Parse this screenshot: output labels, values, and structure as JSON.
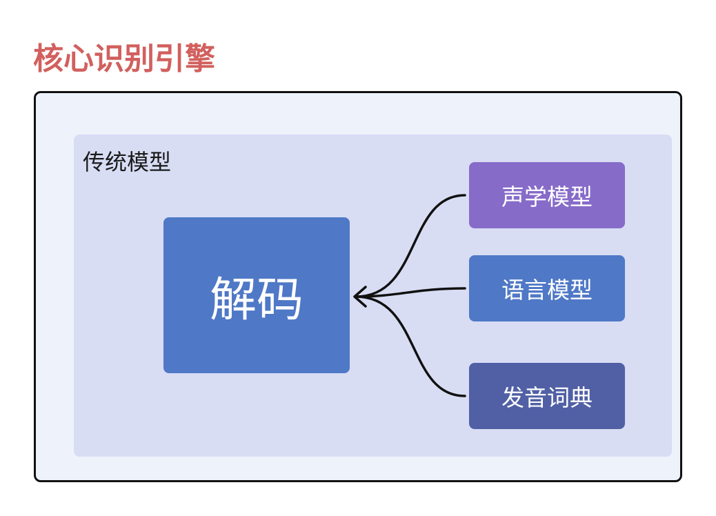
{
  "title": "核心识别引擎",
  "group": {
    "label": "传统模型"
  },
  "nodes": {
    "decode": "解码",
    "acoustic_model": "声学模型",
    "language_model": "语言模型",
    "pronunciation_lexicon": "发音词典"
  },
  "colors": {
    "title": "#d1605e",
    "frame_border": "#111111",
    "frame_fill": "#eef3fb",
    "group_fill": "#d8ddf4",
    "decode_fill": "#4f78c6",
    "acoustic_fill": "#866bc9",
    "language_fill": "#4f78c6",
    "lexicon_fill": "#5160a5",
    "connector": "#111111"
  }
}
